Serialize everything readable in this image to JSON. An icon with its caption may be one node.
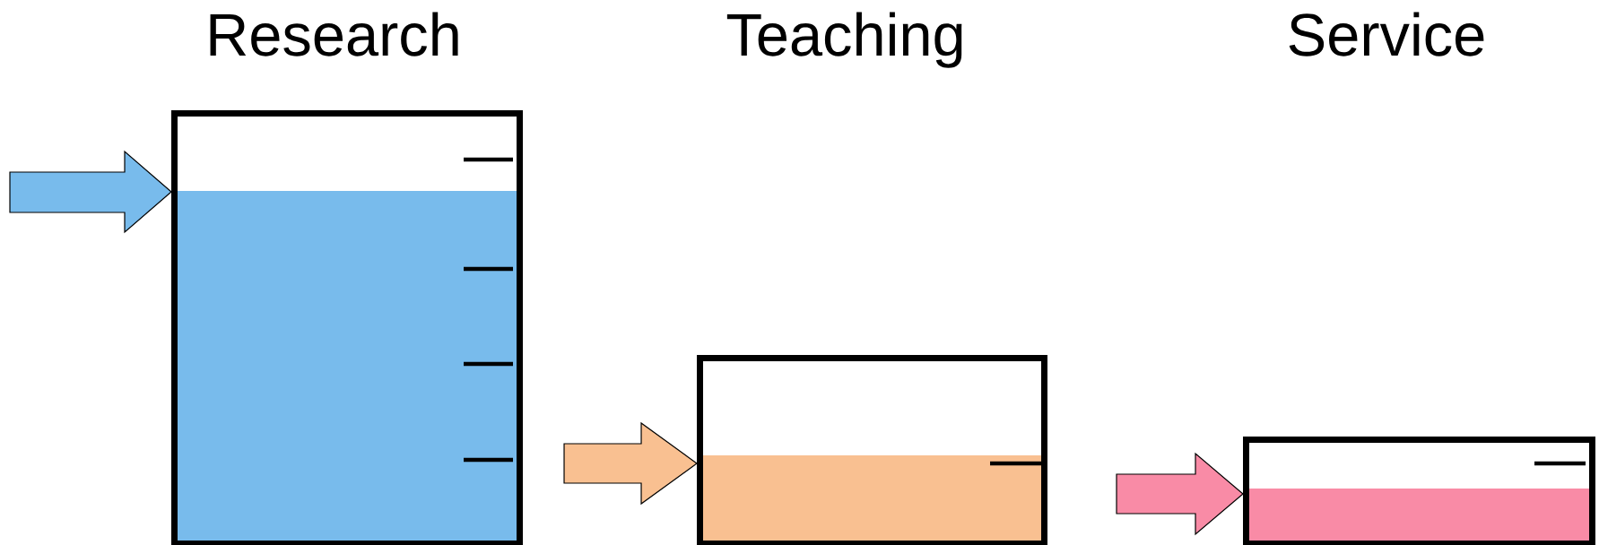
{
  "diagram": {
    "nodes": [
      {
        "text": [],
        "shape": "box"
      },
      {
        "text": [],
        "shape": "box"
      },
      {
        "text": [],
        "shape": "box"
      }
    ],
    "edges": [
      {
        "from": null,
        "to": 0,
        "arrow": "to",
        "color": "#78bbec"
      },
      {
        "from": null,
        "to": 1,
        "arrow": "to",
        "color": "#f9c091"
      },
      {
        "from": null,
        "to": 2,
        "arrow": "to",
        "color": "#f98ba6"
      }
    ],
    "labels": [
      "Research",
      "Teaching",
      "Service"
    ]
  }
}
